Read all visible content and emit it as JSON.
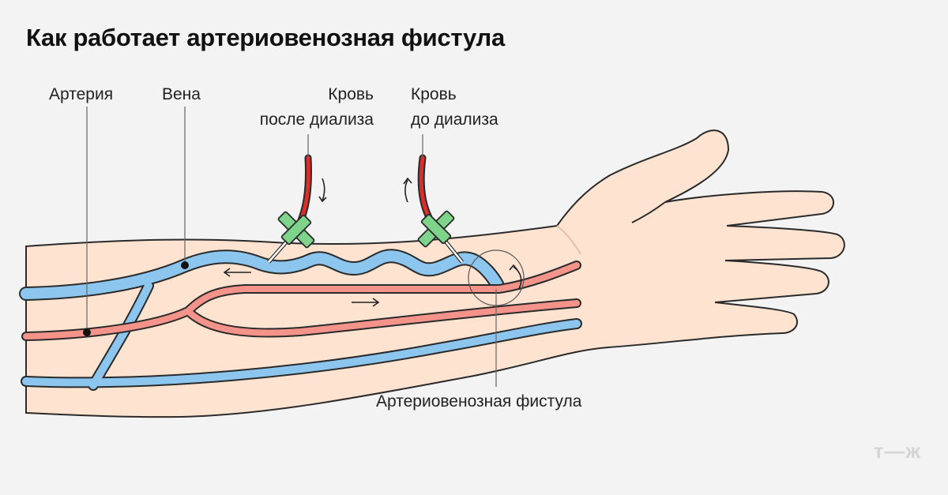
{
  "title": "Как работает артериовенозная фистула",
  "labels": {
    "artery": "Артерия",
    "vein": "Вена",
    "blood_after_line1": "Кровь",
    "blood_after_line2": "после диализа",
    "blood_before_line1": "Кровь",
    "blood_before_line2": "до диализа",
    "fistula": "Артериовенозная фистула"
  },
  "logo": "т—ж",
  "colors": {
    "skin": "#fde3d0",
    "vein": "#8cc6ee",
    "artery": "#f4938a",
    "tube": "#d92e2a",
    "needle_hub": "#7ed48a"
  }
}
